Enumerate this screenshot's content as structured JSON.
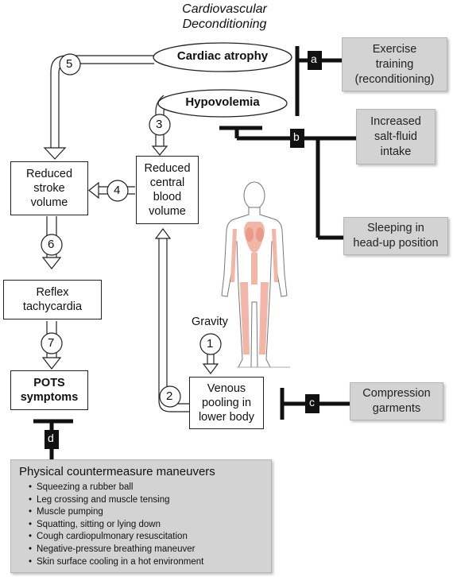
{
  "title": "Cardiovascular\nDeconditioning",
  "nodes": {
    "cardiac_atrophy": "Cardiac atrophy",
    "hypovolemia": "Hypovolemia",
    "reduced_stroke_volume": "Reduced\nstroke\nvolume",
    "reduced_central_blood_volume": "Reduced\ncentral\nblood\nvolume",
    "reflex_tachycardia": "Reflex\ntachycardia",
    "pots_symptoms": "POTS\nsymptoms",
    "venous_pooling": "Venous\npooling in\nlower body",
    "gravity": "Gravity"
  },
  "step_numbers": [
    "1",
    "2",
    "3",
    "4",
    "5",
    "6",
    "7"
  ],
  "interventions": {
    "exercise": "Exercise\ntraining\n(reconditioning)",
    "salt_fluid": "Increased\nsalt-fluid\nintake",
    "sleeping": "Sleeping in\nhead-up position",
    "compression": "Compression\ngarments"
  },
  "inhibitor_labels": [
    "a",
    "b",
    "c",
    "d"
  ],
  "countermeasures": {
    "title": "Physical countermeasure maneuvers",
    "items": [
      "Squeezing a rubber ball",
      "Leg crossing and muscle tensing",
      "Muscle pumping",
      "Squatting, sitting or lying down",
      "Cough cardiopulmonary resuscitation",
      "Negative-pressure breathing maneuver",
      "Skin surface cooling in a hot environment"
    ]
  }
}
